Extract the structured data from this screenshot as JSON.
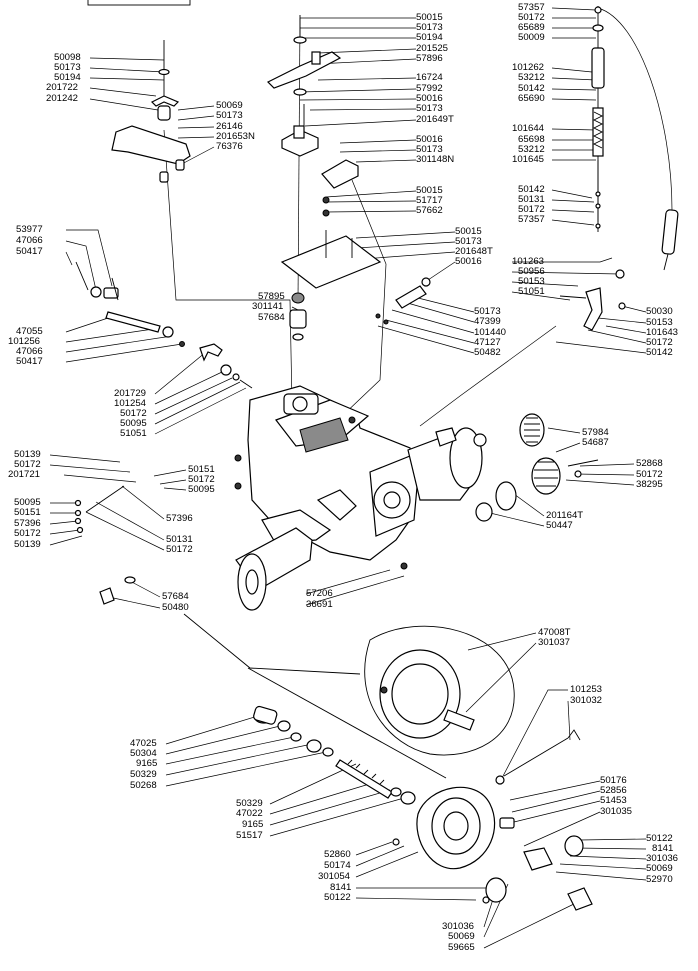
{
  "diagram": {
    "labels": [
      {
        "id": "l1",
        "text": "50015"
      },
      {
        "id": "l2",
        "text": "50173"
      },
      {
        "id": "l3",
        "text": "50194"
      },
      {
        "id": "l4",
        "text": "201525"
      },
      {
        "id": "l5",
        "text": "57896"
      },
      {
        "id": "l6",
        "text": "16724"
      },
      {
        "id": "l7",
        "text": "57992"
      },
      {
        "id": "l8",
        "text": "50016"
      },
      {
        "id": "l9",
        "text": "50173"
      },
      {
        "id": "l10",
        "text": "201649T"
      },
      {
        "id": "l11",
        "text": "50016"
      },
      {
        "id": "l12",
        "text": "50173"
      },
      {
        "id": "l13",
        "text": "301148N"
      },
      {
        "id": "l14",
        "text": "50015"
      },
      {
        "id": "l15",
        "text": "51717"
      },
      {
        "id": "l16",
        "text": "57662"
      },
      {
        "id": "l17",
        "text": "50015"
      },
      {
        "id": "l18",
        "text": "50173"
      },
      {
        "id": "l19",
        "text": "201648T"
      },
      {
        "id": "l20",
        "text": "50016"
      },
      {
        "id": "l21",
        "text": "50098"
      },
      {
        "id": "l22",
        "text": "50173"
      },
      {
        "id": "l23",
        "text": "50194"
      },
      {
        "id": "l24",
        "text": "201722"
      },
      {
        "id": "l25",
        "text": "201242"
      },
      {
        "id": "l26",
        "text": "50069"
      },
      {
        "id": "l27",
        "text": "50173"
      },
      {
        "id": "l28",
        "text": "26146"
      },
      {
        "id": "l29",
        "text": "201653N"
      },
      {
        "id": "l30",
        "text": "76376"
      },
      {
        "id": "l31",
        "text": "57357"
      },
      {
        "id": "l32",
        "text": "50172"
      },
      {
        "id": "l33",
        "text": "65689"
      },
      {
        "id": "l34",
        "text": "50009"
      },
      {
        "id": "l35",
        "text": "101262"
      },
      {
        "id": "l36",
        "text": "53212"
      },
      {
        "id": "l37",
        "text": "50142"
      },
      {
        "id": "l38",
        "text": "65690"
      },
      {
        "id": "l39",
        "text": "101644"
      },
      {
        "id": "l40",
        "text": "65698"
      },
      {
        "id": "l41",
        "text": "53212"
      },
      {
        "id": "l42",
        "text": "101645"
      },
      {
        "id": "l43",
        "text": "50142"
      },
      {
        "id": "l44",
        "text": "50131"
      },
      {
        "id": "l45",
        "text": "50172"
      },
      {
        "id": "l46",
        "text": "57357"
      },
      {
        "id": "l47",
        "text": "53977"
      },
      {
        "id": "l48",
        "text": "47066"
      },
      {
        "id": "l49",
        "text": "50417"
      },
      {
        "id": "l50",
        "text": "47055"
      },
      {
        "id": "l51",
        "text": "101256"
      },
      {
        "id": "l52",
        "text": "47066"
      },
      {
        "id": "l53",
        "text": "50417"
      },
      {
        "id": "l54",
        "text": "57895"
      },
      {
        "id": "l55",
        "text": "301141"
      },
      {
        "id": "l56",
        "text": "57684"
      },
      {
        "id": "l57",
        "text": "50173"
      },
      {
        "id": "l58",
        "text": "47399"
      },
      {
        "id": "l59",
        "text": "101440"
      },
      {
        "id": "l60",
        "text": "47127"
      },
      {
        "id": "l61",
        "text": "50482"
      },
      {
        "id": "l62",
        "text": "101263"
      },
      {
        "id": "l63",
        "text": "50956"
      },
      {
        "id": "l64",
        "text": "50153"
      },
      {
        "id": "l65",
        "text": "51051"
      },
      {
        "id": "l66",
        "text": "50030"
      },
      {
        "id": "l67",
        "text": "50153"
      },
      {
        "id": "l68",
        "text": "101643"
      },
      {
        "id": "l69",
        "text": "50172"
      },
      {
        "id": "l70",
        "text": "50142"
      },
      {
        "id": "l71",
        "text": "201729"
      },
      {
        "id": "l72",
        "text": "101254"
      },
      {
        "id": "l73",
        "text": "50172"
      },
      {
        "id": "l74",
        "text": "50095"
      },
      {
        "id": "l75",
        "text": "51051"
      },
      {
        "id": "l76",
        "text": "50139"
      },
      {
        "id": "l77",
        "text": "50172"
      },
      {
        "id": "l78",
        "text": "201721"
      },
      {
        "id": "l79",
        "text": "50151"
      },
      {
        "id": "l80",
        "text": "50172"
      },
      {
        "id": "l81",
        "text": "50095"
      },
      {
        "id": "l82",
        "text": "50095"
      },
      {
        "id": "l83",
        "text": "50151"
      },
      {
        "id": "l84",
        "text": "57396"
      },
      {
        "id": "l85",
        "text": "50172"
      },
      {
        "id": "l86",
        "text": "50139"
      },
      {
        "id": "l87",
        "text": "57396"
      },
      {
        "id": "l88",
        "text": "50131"
      },
      {
        "id": "l89",
        "text": "50172"
      },
      {
        "id": "l90",
        "text": "57984"
      },
      {
        "id": "l91",
        "text": "54687"
      },
      {
        "id": "l92",
        "text": "52868"
      },
      {
        "id": "l93",
        "text": "50172"
      },
      {
        "id": "l94",
        "text": "38295"
      },
      {
        "id": "l95",
        "text": "201164T"
      },
      {
        "id": "l96",
        "text": "50447"
      },
      {
        "id": "l97",
        "text": "57684"
      },
      {
        "id": "l98",
        "text": "50480"
      },
      {
        "id": "l99",
        "text": "57206"
      },
      {
        "id": "l100",
        "text": "36691"
      },
      {
        "id": "l101",
        "text": "47008T"
      },
      {
        "id": "l102",
        "text": "301037"
      },
      {
        "id": "l103",
        "text": "101253"
      },
      {
        "id": "l104",
        "text": "301032"
      },
      {
        "id": "l105",
        "text": "47025"
      },
      {
        "id": "l106",
        "text": "50304"
      },
      {
        "id": "l107",
        "text": "9165"
      },
      {
        "id": "l108",
        "text": "50329"
      },
      {
        "id": "l109",
        "text": "50268"
      },
      {
        "id": "l110",
        "text": "50329"
      },
      {
        "id": "l111",
        "text": "47022"
      },
      {
        "id": "l112",
        "text": "9165"
      },
      {
        "id": "l113",
        "text": "51517"
      },
      {
        "id": "l114",
        "text": "50176"
      },
      {
        "id": "l115",
        "text": "52856"
      },
      {
        "id": "l116",
        "text": "51453"
      },
      {
        "id": "l117",
        "text": "301035"
      },
      {
        "id": "l118",
        "text": "50122"
      },
      {
        "id": "l119",
        "text": "8141"
      },
      {
        "id": "l120",
        "text": "301036"
      },
      {
        "id": "l121",
        "text": "50069"
      },
      {
        "id": "l122",
        "text": "52970"
      },
      {
        "id": "l123",
        "text": "52860"
      },
      {
        "id": "l124",
        "text": "50174"
      },
      {
        "id": "l125",
        "text": "301054"
      },
      {
        "id": "l126",
        "text": "8141"
      },
      {
        "id": "l127",
        "text": "50122"
      },
      {
        "id": "l128",
        "text": "301036"
      },
      {
        "id": "l129",
        "text": "50069"
      },
      {
        "id": "l130",
        "text": "59665"
      }
    ]
  }
}
